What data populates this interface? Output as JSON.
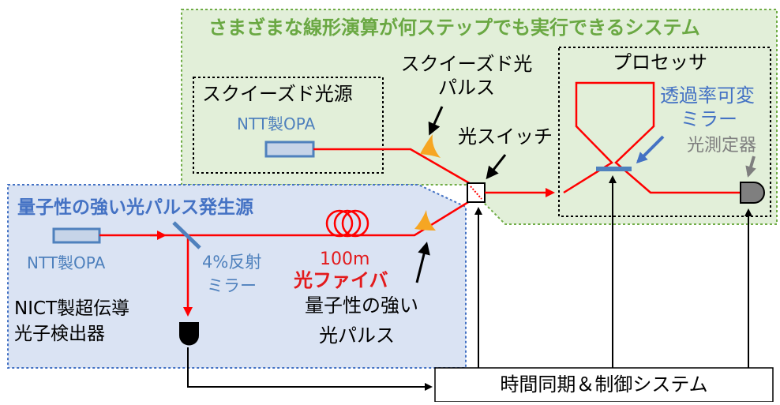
{
  "colors": {
    "green_region_fill": "#e2efd9",
    "green_region_border": "#70ad47",
    "blue_region_fill": "#dae3f3",
    "blue_region_border": "#4472c4",
    "laser_line": "#ff0000",
    "component_blue": "#4f81bd",
    "title_green": "#6aa843",
    "title_blue": "#4472c4"
  },
  "system": {
    "title": "さまざまな線形演算が何ステップでも実行できるシステム"
  },
  "squeezed_source": {
    "title": "スクイーズド光源",
    "opa_label": "NTT製OPA"
  },
  "squeezed_pulse": {
    "line1": "スクイーズド光",
    "line2": "パルス"
  },
  "optical_switch": {
    "label": "光スイッチ"
  },
  "processor": {
    "title": "プロセッサ",
    "mirror_line1": "透過率可変",
    "mirror_line2": "ミラー",
    "detector_label": "光測定器"
  },
  "quantum_source": {
    "title": "量子性の強い光パルス発生源",
    "opa_label": "NTT製OPA",
    "mirror_line1": "4%反射",
    "mirror_line2": "ミラー",
    "fiber_length": "100m",
    "fiber_label": "光ファイバ",
    "detector_line1": "NICT製超伝導",
    "detector_line2": "光子検出器"
  },
  "quantum_pulse": {
    "line1": "量子性の強い",
    "line2": "光パルス"
  },
  "control": {
    "label": "時間同期＆制御システム"
  }
}
